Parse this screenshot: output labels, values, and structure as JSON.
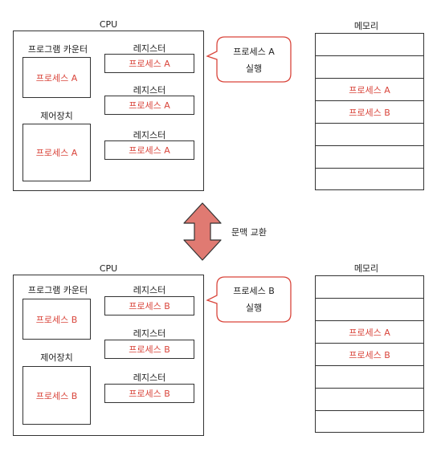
{
  "cpu_label": "CPU",
  "memory_label": "메모리",
  "pc_label": "프로그램 카운터",
  "control_label": "제어장치",
  "register_label": "레지스터",
  "context_switch_label": "문맥 교환",
  "top": {
    "bubble_line1": "프로세스 A",
    "bubble_line2": "실행",
    "pc_value": "프로세스 A",
    "control_value": "프로세스 A",
    "registers": [
      "프로세스 A",
      "프로세스 A",
      "프로세스 A"
    ]
  },
  "bottom": {
    "bubble_line1": "프로세스 B",
    "bubble_line2": "실행",
    "pc_value": "프로세스 B",
    "control_value": "프로세스 B",
    "registers": [
      "프로세스 B",
      "프로세스 B",
      "프로세스 B"
    ]
  },
  "memory_cells": [
    "",
    "",
    "프로세스 A",
    "프로세스 B",
    "",
    "",
    ""
  ],
  "colors": {
    "accent": "#d9453b",
    "arrow": "#e07a72"
  }
}
